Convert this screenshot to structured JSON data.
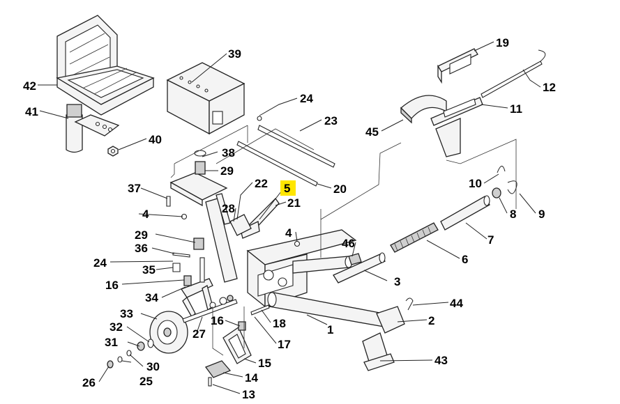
{
  "callouts": [
    {
      "id": "1",
      "label": "1"
    },
    {
      "id": "2",
      "label": "2"
    },
    {
      "id": "3",
      "label": "3"
    },
    {
      "id": "4a",
      "label": "4"
    },
    {
      "id": "4b",
      "label": "4"
    },
    {
      "id": "5",
      "label": "5"
    },
    {
      "id": "6",
      "label": "6"
    },
    {
      "id": "7",
      "label": "7"
    },
    {
      "id": "8",
      "label": "8"
    },
    {
      "id": "9",
      "label": "9"
    },
    {
      "id": "10",
      "label": "10"
    },
    {
      "id": "11",
      "label": "11"
    },
    {
      "id": "12",
      "label": "12"
    },
    {
      "id": "13",
      "label": "13"
    },
    {
      "id": "14",
      "label": "14"
    },
    {
      "id": "15",
      "label": "15"
    },
    {
      "id": "16a",
      "label": "16"
    },
    {
      "id": "16b",
      "label": "16"
    },
    {
      "id": "17",
      "label": "17"
    },
    {
      "id": "18",
      "label": "18"
    },
    {
      "id": "19",
      "label": "19"
    },
    {
      "id": "20",
      "label": "20"
    },
    {
      "id": "21",
      "label": "21"
    },
    {
      "id": "22",
      "label": "22"
    },
    {
      "id": "23",
      "label": "23"
    },
    {
      "id": "24a",
      "label": "24"
    },
    {
      "id": "24b",
      "label": "24"
    },
    {
      "id": "25",
      "label": "25"
    },
    {
      "id": "26",
      "label": "26"
    },
    {
      "id": "27",
      "label": "27"
    },
    {
      "id": "28",
      "label": "28"
    },
    {
      "id": "29a",
      "label": "29"
    },
    {
      "id": "29b",
      "label": "29"
    },
    {
      "id": "30",
      "label": "30"
    },
    {
      "id": "31",
      "label": "31"
    },
    {
      "id": "32",
      "label": "32"
    },
    {
      "id": "33",
      "label": "33"
    },
    {
      "id": "34",
      "label": "34"
    },
    {
      "id": "35",
      "label": "35"
    },
    {
      "id": "36",
      "label": "36"
    },
    {
      "id": "37",
      "label": "37"
    },
    {
      "id": "38",
      "label": "38"
    },
    {
      "id": "39",
      "label": "39"
    },
    {
      "id": "40",
      "label": "40"
    },
    {
      "id": "41",
      "label": "41"
    },
    {
      "id": "42",
      "label": "42"
    },
    {
      "id": "43",
      "label": "43"
    },
    {
      "id": "44",
      "label": "44"
    },
    {
      "id": "45",
      "label": "45"
    },
    {
      "id": "46",
      "label": "46"
    }
  ],
  "highlighted_callout": "5",
  "colors": {
    "highlight": "#ffe600",
    "ink": "#000000",
    "line": "#222222"
  }
}
